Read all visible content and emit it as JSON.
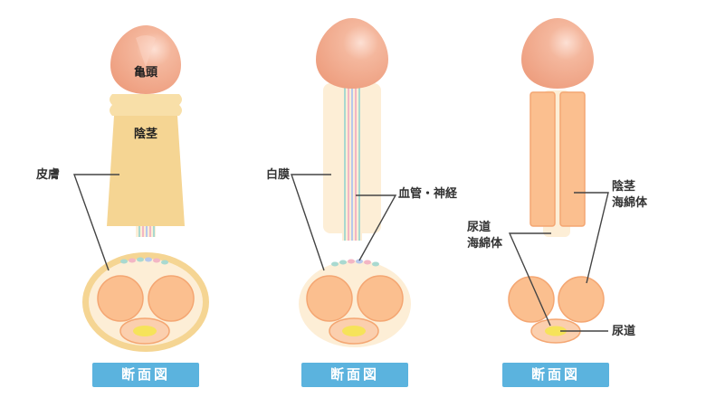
{
  "panels": [
    {
      "labels": {
        "glans": "亀頭",
        "shaft": "陰茎",
        "skin": "皮膚"
      },
      "button": "断面図"
    },
    {
      "labels": {
        "tunica": "白膜",
        "vessels": "血管・神経"
      },
      "button": "断面図"
    },
    {
      "labels": {
        "cavernosa_l1": "陰茎",
        "cavernosa_l2": "海綿体",
        "spongiosum_l1": "尿道",
        "spongiosum_l2": "海綿体",
        "urethra": "尿道"
      },
      "button": "断面図"
    }
  ],
  "colors": {
    "glans": "#f2a889",
    "skin": "#f5d593",
    "tissue": "#fdeed6",
    "cavernosa": "#fbbf8f",
    "urethra": "#f6e35a",
    "button": "#5bb3de"
  }
}
